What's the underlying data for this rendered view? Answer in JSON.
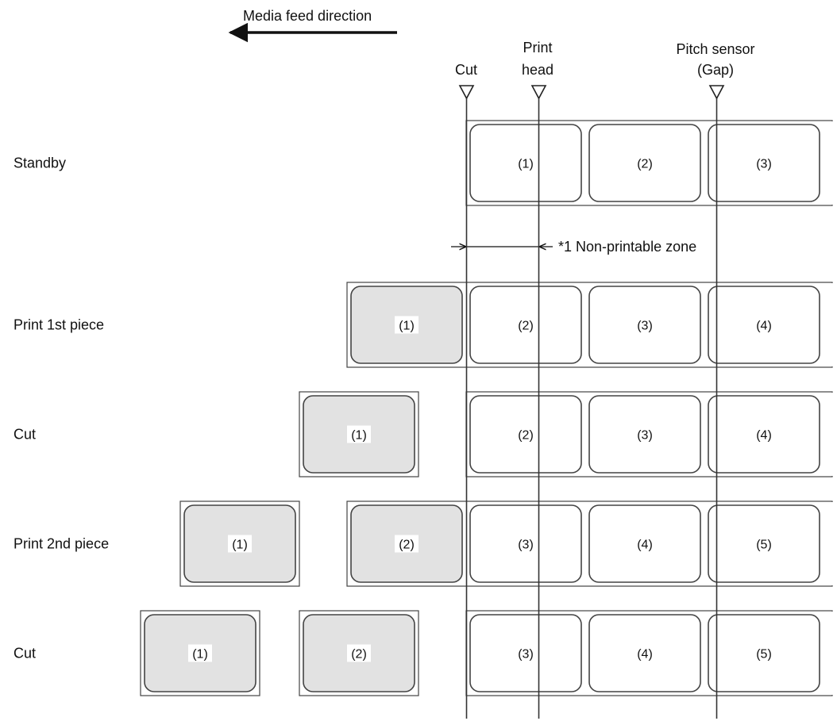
{
  "header": {
    "feed_direction": "Media feed direction",
    "cut_marker": "Cut",
    "print_head_marker": [
      "Print",
      "head"
    ],
    "pitch_sensor_marker": [
      "Pitch sensor",
      "(Gap)"
    ]
  },
  "annotation": {
    "non_printable_zone": "*1 Non-printable zone"
  },
  "colors": {
    "unprinted_label": "#ffffff",
    "printed_label": "#e2e2e2",
    "outline": "#444444"
  },
  "rows": [
    {
      "name": "Standby",
      "cut_pieces": [],
      "strip_labels": [
        {
          "text": "(1)",
          "printed": false
        },
        {
          "text": "(2)",
          "printed": false
        },
        {
          "text": "(3)",
          "printed": false
        }
      ]
    },
    {
      "name": "Print 1st piece",
      "cut_pieces": [],
      "strip_labels": [
        {
          "text": "(1)",
          "printed": true
        },
        {
          "text": "(2)",
          "printed": false
        },
        {
          "text": "(3)",
          "printed": false
        },
        {
          "text": "(4)",
          "printed": false
        }
      ]
    },
    {
      "name": "Cut",
      "cut_pieces": [
        {
          "text": "(1)",
          "printed": true
        }
      ],
      "strip_labels": [
        {
          "text": "(2)",
          "printed": false
        },
        {
          "text": "(3)",
          "printed": false
        },
        {
          "text": "(4)",
          "printed": false
        }
      ]
    },
    {
      "name": "Print 2nd piece",
      "cut_pieces": [
        {
          "text": "(1)",
          "printed": true
        }
      ],
      "strip_labels": [
        {
          "text": "(2)",
          "printed": true
        },
        {
          "text": "(3)",
          "printed": false
        },
        {
          "text": "(4)",
          "printed": false
        },
        {
          "text": "(5)",
          "printed": false
        }
      ]
    },
    {
      "name": "Cut",
      "cut_pieces": [
        {
          "text": "(1)",
          "printed": true
        },
        {
          "text": "(2)",
          "printed": true
        }
      ],
      "strip_labels": [
        {
          "text": "(3)",
          "printed": false
        },
        {
          "text": "(4)",
          "printed": false
        },
        {
          "text": "(5)",
          "printed": false
        }
      ]
    }
  ]
}
